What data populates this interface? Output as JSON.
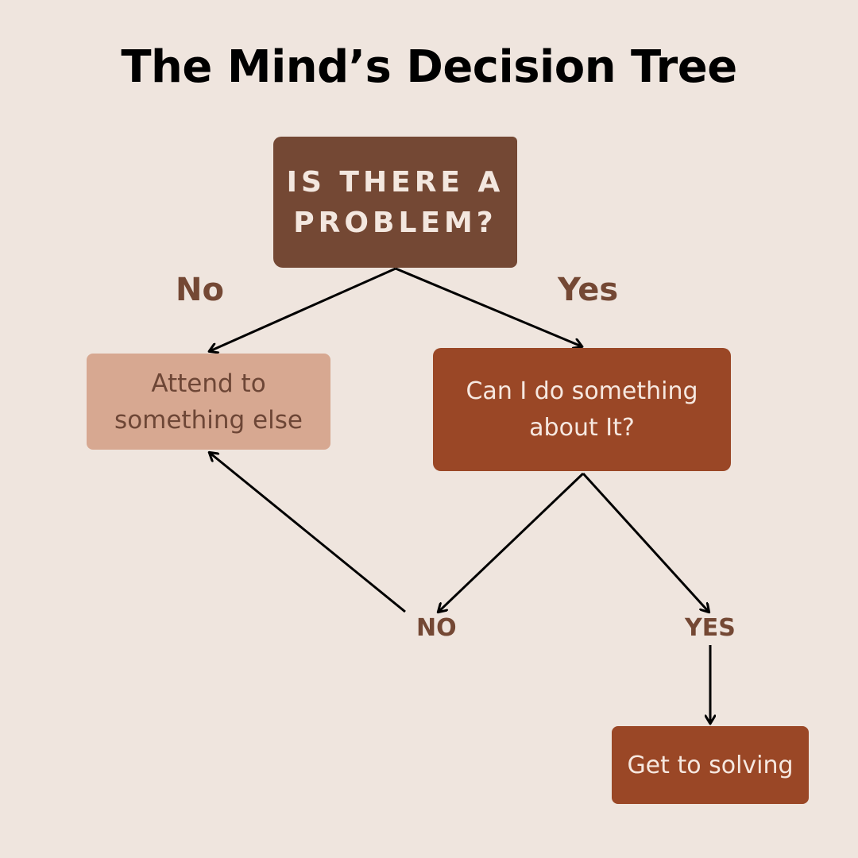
{
  "title": "The Mind’s Decision Tree",
  "nodes": {
    "root": {
      "line1": "IS THERE A",
      "line2": "PROBLEM?"
    },
    "attend": {
      "line1": "Attend to",
      "line2": "something else"
    },
    "can": {
      "line1": "Can I do something",
      "line2": "about It?"
    },
    "solve": {
      "text": "Get to solving"
    }
  },
  "edge_labels": {
    "no_top": "No",
    "yes_top": "Yes",
    "no_bottom": "NO",
    "yes_bottom": "YES"
  },
  "colors": {
    "background": "#efe5de",
    "root_box": "#744834",
    "attend_box": "#d7a891",
    "action_box": "#9a4726",
    "label_text": "#744834"
  }
}
